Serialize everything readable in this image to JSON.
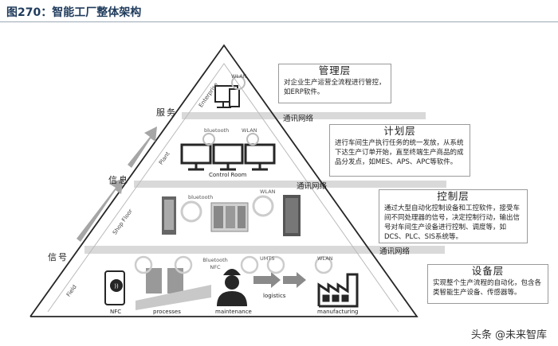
{
  "figure_title": "图270：智能工厂整体架构",
  "side_labels": {
    "service": "服务",
    "information": "信息",
    "signal": "信号"
  },
  "network_label": "通讯网络",
  "tiers": {
    "enterprise": "Enterprise",
    "plant": "Plant",
    "shop_floor": "Shop Floor",
    "field": "Field"
  },
  "layers": {
    "management": {
      "title": "管理层",
      "desc": "对企业生产运营全流程进行管控，如ERP软件。"
    },
    "planning": {
      "title": "计划层",
      "desc": "进行车间生产执行任务的统一发放，从系统下达生产订单开始，直至终端生产商品的成品分发点，如MES、APS、APC等软件。"
    },
    "control": {
      "title": "控制层",
      "desc": "通过大型自动化控制设备和工控软件，接受车间不同处理器的信号，决定控制行动，输出信号对车间生产设备进行控制、调度等，如DCS、PLC、SIS系统等。"
    },
    "device": {
      "title": "设备层",
      "desc": "实现整个生产流程的自动化，包含各类智能生产设备、传感器等。"
    }
  },
  "wireless": {
    "wlan": "WLAN",
    "bluetooth": "bluetooth",
    "bluetooth_nfc": "Bluetooth NFC",
    "umts": "UMTS"
  },
  "captions": {
    "control_room": "Control Room",
    "nfc": "NFC",
    "processes": "processes",
    "maintenance": "maintenance",
    "logistics": "logistics",
    "manufacturing": "manufacturing"
  },
  "watermark": "头条 @未来智库",
  "colors": {
    "title": "#1f3b5c",
    "band": "#d9d9d9",
    "arrow": "#a6a6a6",
    "dark": "#262626"
  },
  "icons": [
    "computer-icon",
    "monitor-icon",
    "server-rack-icon",
    "smartphone-nfc-icon",
    "worker-icon",
    "factory-icon",
    "arrow-icon"
  ]
}
